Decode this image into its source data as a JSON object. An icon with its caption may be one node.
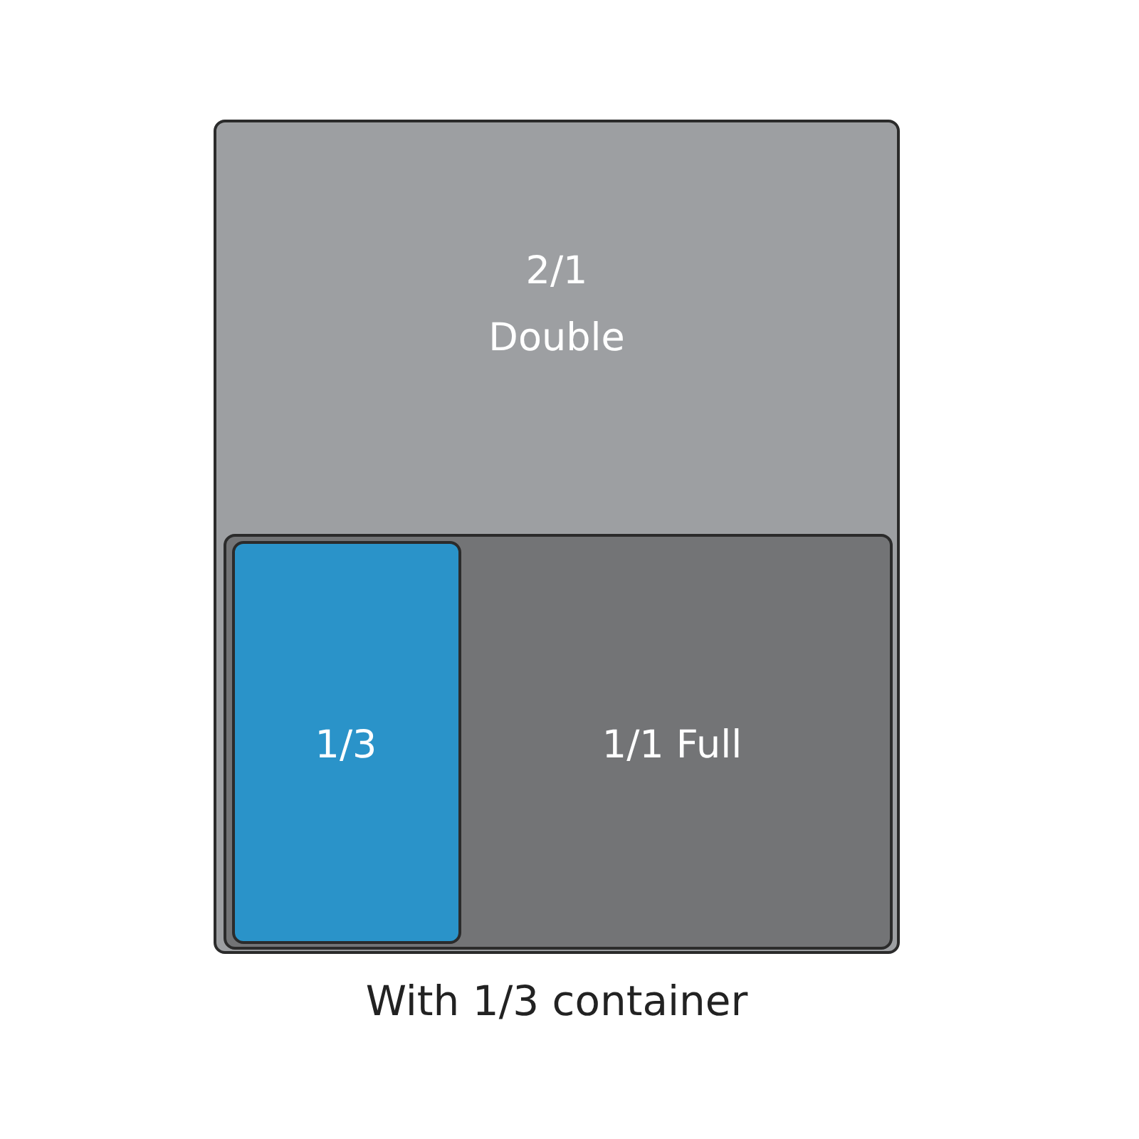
{
  "diagram": {
    "caption": "With 1/3 container",
    "nodes": [
      {
        "text": [
          "2/1 Double"
        ]
      },
      {
        "text": [
          "1/1 Full"
        ],
        "in": 0
      },
      {
        "text": [
          "1/3"
        ],
        "in": 1
      }
    ]
  }
}
